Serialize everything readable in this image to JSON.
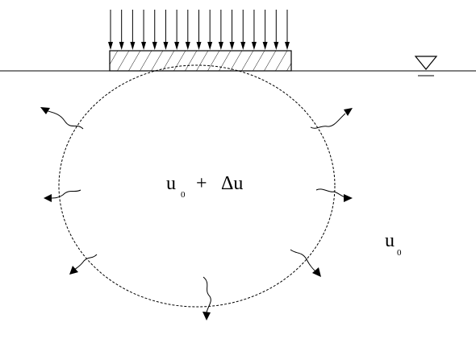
{
  "labels": {
    "inner_var": "u",
    "inner_sub": "0",
    "inner_op": "+",
    "inner_delta": "Δu",
    "outer_var": "u",
    "outer_sub": "0"
  },
  "symbols": {
    "water_table": "inverted-triangle-icon",
    "load": "distributed-load-arrows"
  },
  "colors": {
    "ink": "#000000",
    "background": "#ffffff"
  }
}
